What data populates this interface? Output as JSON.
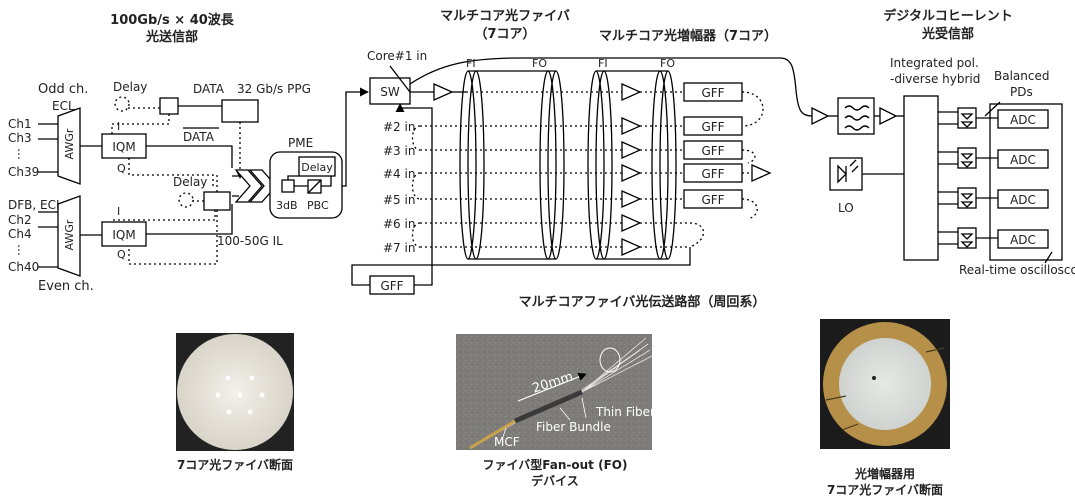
{
  "headings": {
    "transmitter": [
      "100Gb/s × 40波長",
      "光送信部"
    ],
    "fiber": [
      "マルチコア光ファイバ",
      "（7コア）"
    ],
    "amplifier": "マルチコア光増幅器（7コア）",
    "receiver": [
      "デジタルコヒーレント",
      "光受信部"
    ],
    "loop": "マルチコアファイバ光伝送路部（周回系）"
  },
  "transmitter": {
    "odd": "Odd  ch.",
    "even": "Even ch.",
    "ecl": "ECL",
    "dfb": "DFB, ECL",
    "ch_odd": [
      "Ch1",
      "Ch3",
      "Ch39"
    ],
    "ch_even": [
      "Ch2",
      "Ch4",
      "Ch40"
    ],
    "dots": "…",
    "awg": "AWGr",
    "iqm": "IQM",
    "i": "I",
    "q": "Q",
    "delay": "Delay",
    "data": "DATA",
    "data_bar": "DATA",
    "ppg": "32 Gb/s PPG",
    "pme": "PME",
    "pme_delay": "Delay",
    "coupler": "3dB",
    "pbc": "PBC",
    "il": "100-50G IL"
  },
  "loop": {
    "sw": "SW",
    "gff": "GFF",
    "fi": "FI",
    "fo": "FO",
    "inputs": [
      "Core#1 in",
      "#2 in",
      "#3 in",
      "#4 in",
      "#5 in",
      "#6 in",
      "#7 in"
    ]
  },
  "receiver": {
    "hybrid": [
      "Integrated pol.",
      "-diverse hybrid"
    ],
    "pds": [
      "Balanced",
      "PDs"
    ],
    "adc": "ADC",
    "lo": "LO",
    "scope": "Real-time oscilloscope"
  },
  "photos": {
    "p1": {
      "caption": [
        "7コア光ファイバ断面"
      ]
    },
    "p2": {
      "caption": [
        "ファイバ型Fan-out (FO)",
        "デバイス"
      ],
      "labels": {
        "length": "20mm",
        "thin": "Thin Fibers",
        "bundle": "Fiber Bundle",
        "mcf": "MCF"
      }
    },
    "p3": {
      "caption": [
        "光増幅器用",
        "7コア光ファイバ断面"
      ]
    }
  },
  "colors": {
    "line": "#000000",
    "photo_bg": "#7d7b77",
    "fiber_face": "#e9e6df",
    "ring": "#b79249",
    "copper": "#c8a14e"
  }
}
